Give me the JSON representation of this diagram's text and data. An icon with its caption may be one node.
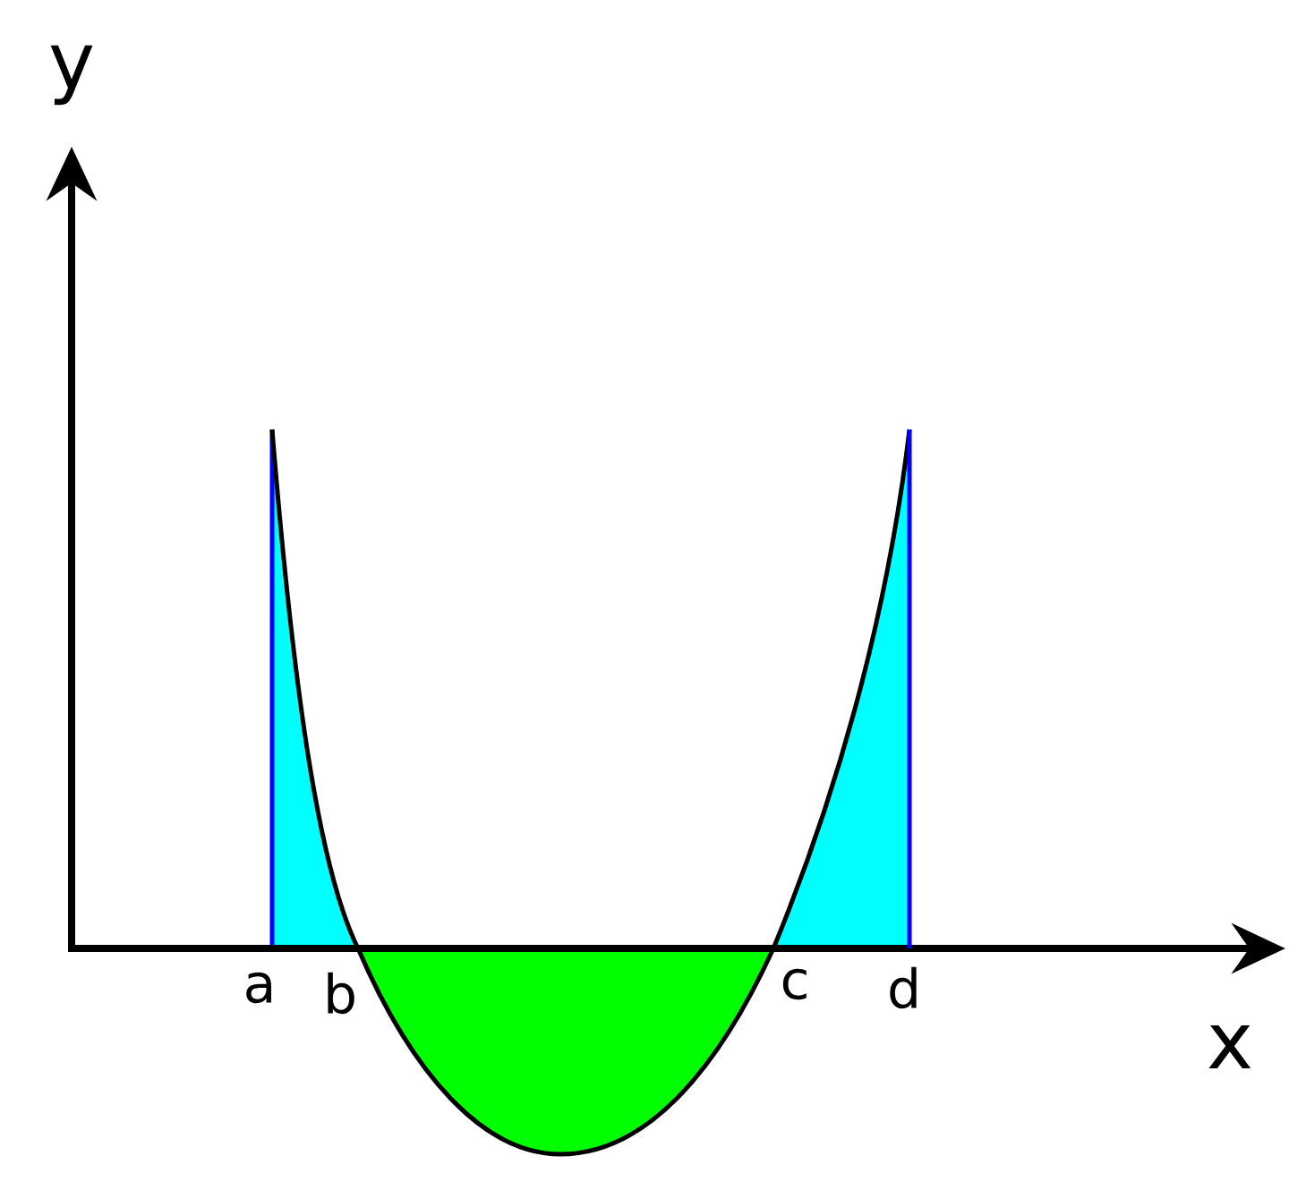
{
  "diagram": {
    "labels": [
      "y",
      "a",
      "b",
      "c",
      "d",
      "x"
    ]
  }
}
